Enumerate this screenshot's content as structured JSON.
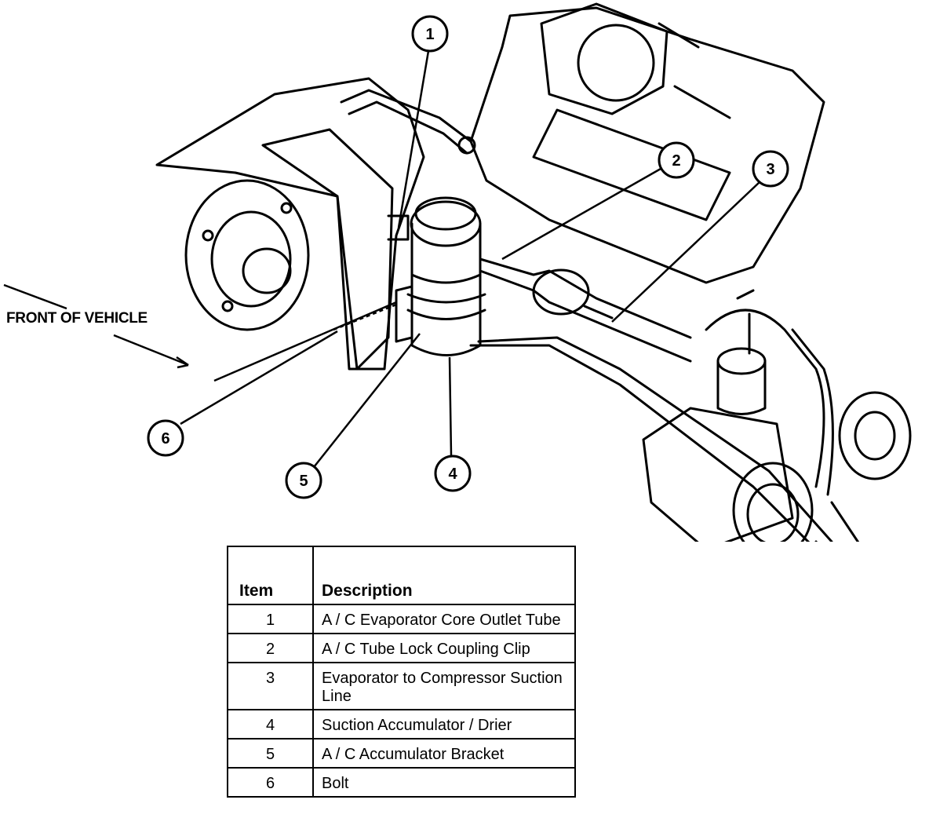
{
  "diagram": {
    "front_label": "FRONT OF VEHICLE",
    "callouts": [
      "1",
      "2",
      "3",
      "4",
      "5",
      "6"
    ]
  },
  "legend": {
    "headers": {
      "item": "Item",
      "description": "Description"
    },
    "rows": [
      {
        "item": "1",
        "description": "A / C Evaporator Core Outlet Tube"
      },
      {
        "item": "2",
        "description": "A / C Tube Lock Coupling Clip"
      },
      {
        "item": "3",
        "description": "Evaporator to Compressor Suction Line"
      },
      {
        "item": "4",
        "description": "Suction Accumulator / Drier"
      },
      {
        "item": "5",
        "description": "A / C Accumulator Bracket"
      },
      {
        "item": "6",
        "description": "Bolt"
      }
    ]
  }
}
